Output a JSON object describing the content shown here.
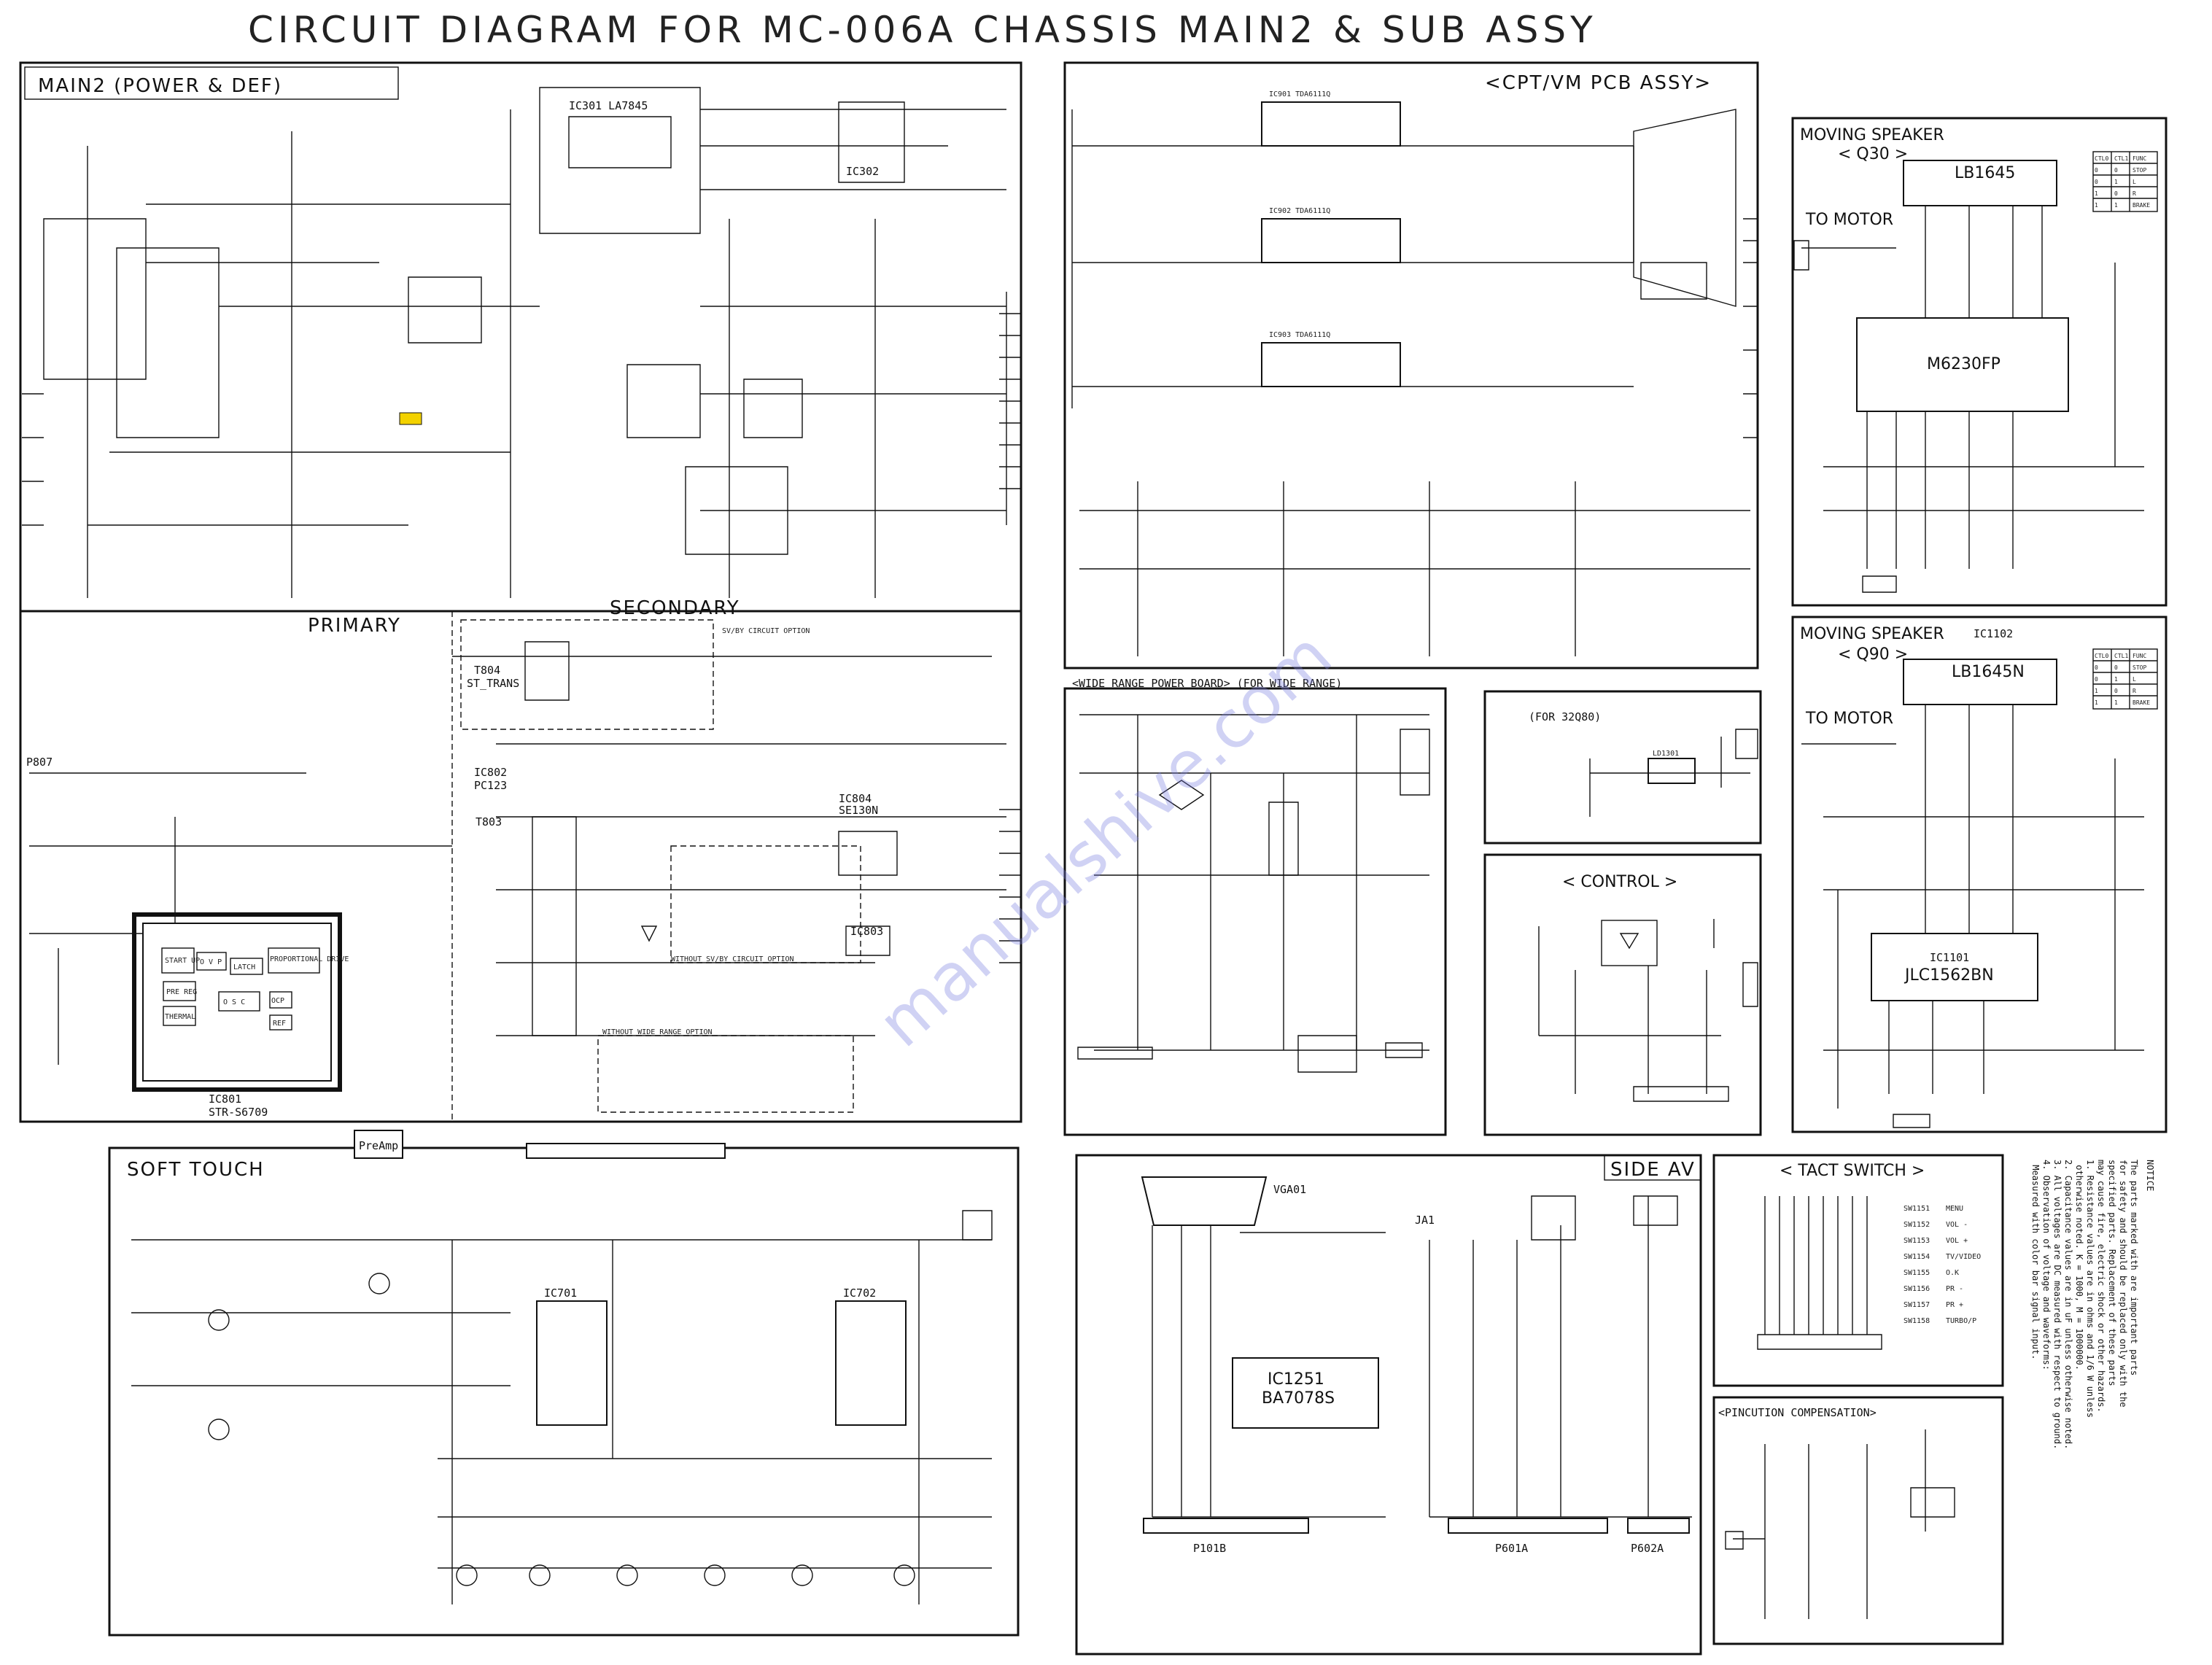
{
  "title": "CIRCUIT DIAGRAM FOR MC-006A CHASSIS MAIN2 & SUB ASSY",
  "watermark": "manualshive.com",
  "sections": {
    "main2": "MAIN2 (POWER & DEF)",
    "primary": "PRIMARY",
    "secondary": "SECONDARY",
    "cpt_vm": "<CPT/VM PCB ASSY>",
    "moving_speaker_q30": "MOVING SPEAKER",
    "q30": "< Q30 >",
    "moving_speaker_q90": "MOVING SPEAKER",
    "q90": "< Q90 >",
    "wide_range": "<WIDE RANGE POWER BOARD> (FOR WIDE RANGE)",
    "for_32q80": "(FOR 32Q80)",
    "control": "< CONTROL >",
    "soft_touch": "SOFT TOUCH",
    "side_av": "SIDE AV",
    "tact_switch": "< TACT SWITCH >",
    "pincushion": "<PINCUTION COMPENSATION>"
  },
  "components": {
    "ic801": "IC801",
    "ic801_part": "STR-S6709",
    "ic802": "IC802",
    "ic802_part": "PC123",
    "ic804": "IC804",
    "ic804_part": "SE130N",
    "ic803": "IC803",
    "t804": "T804",
    "t804_name": "ST_TRANS",
    "t803": "T803",
    "p807": "P807",
    "lb1645": "LB1645",
    "lb1645n": "LB1645N",
    "m6230fp": "M6230FP",
    "ic1101": "IC1101",
    "jlc1562bn": "JLC1562BN",
    "ic1102": "IC1102",
    "to_motor_1": "TO MOTOR",
    "to_motor_2": "TO MOTOR",
    "ic1251": "IC1251",
    "ba7078s": "BA7078S",
    "vga01": "VGA01",
    "p101b": "P101B",
    "p601a": "P601A",
    "p602a": "P602A",
    "ja1": "JA1",
    "preamp": "PreAmp",
    "ic701": "IC701",
    "ic702": "IC702",
    "start_up": "START UP",
    "ovp": "O V P",
    "latch": "LATCH",
    "prop_drive": "PROPORTIONAL DRIVE",
    "osc": "O S C",
    "ocp": "OCP",
    "ref": "REF",
    "thermal": "THERMAL",
    "pre_reg": "PRE REG",
    "ic301": "IC301 LA7845",
    "ic302": "IC302",
    "ic901": "IC901 TDA6111Q",
    "ic902": "IC902 TDA6111Q",
    "ic903": "IC903 TDA6111Q",
    "ld1301": "LD1301"
  },
  "tables": {
    "q30_func": {
      "headers": [
        "CTL0",
        "CTL1",
        "FUNC"
      ],
      "rows": [
        [
          "0",
          "0",
          "STOP"
        ],
        [
          "0",
          "1",
          "L"
        ],
        [
          "1",
          "0",
          "R"
        ],
        [
          "1",
          "1",
          "BRAKE"
        ]
      ]
    },
    "q90_func": {
      "headers": [
        "CTL0",
        "CTL1",
        "FUNC"
      ],
      "rows": [
        [
          "0",
          "0",
          "STOP"
        ],
        [
          "0",
          "1",
          "L"
        ],
        [
          "1",
          "0",
          "R"
        ],
        [
          "1",
          "1",
          "BRAKE"
        ]
      ]
    },
    "tact": [
      [
        "SW1151",
        "MENU"
      ],
      [
        "SW1152",
        "VOL -"
      ],
      [
        "SW1153",
        "VOL +"
      ],
      [
        "SW1154",
        "TV/VIDEO"
      ],
      [
        "SW1155",
        "O.K"
      ],
      [
        "SW1156",
        "PR -"
      ],
      [
        "SW1157",
        "PR +"
      ],
      [
        "SW1158",
        "TURBO/P"
      ]
    ]
  },
  "notes": {
    "notice_title": "NOTICE",
    "notice_lines": [
      "The parts marked with are important parts",
      "for safety and should be replaced only with the",
      "specified parts. Replacement of these parts",
      "may cause fire, electric shock or other hazards.",
      "1. Resistance values are in ohms and 1/6 W unless",
      "   otherwise noted. K = 1000, M = 1000000.",
      "2. Capacitance values are in uF unless otherwise noted.",
      "3. All voltages are DC measured with respect to ground.",
      "4. Observation of voltage and waveforms:",
      "   Measured with color bar signal input."
    ],
    "without_sv_by": "WITHOUT SV/BY CIRCUIT OPTION",
    "without_wide_range": "WITHOUT WIDE RANGE OPTION",
    "sv_by_option": "SV/BY CIRCUIT OPTION"
  }
}
